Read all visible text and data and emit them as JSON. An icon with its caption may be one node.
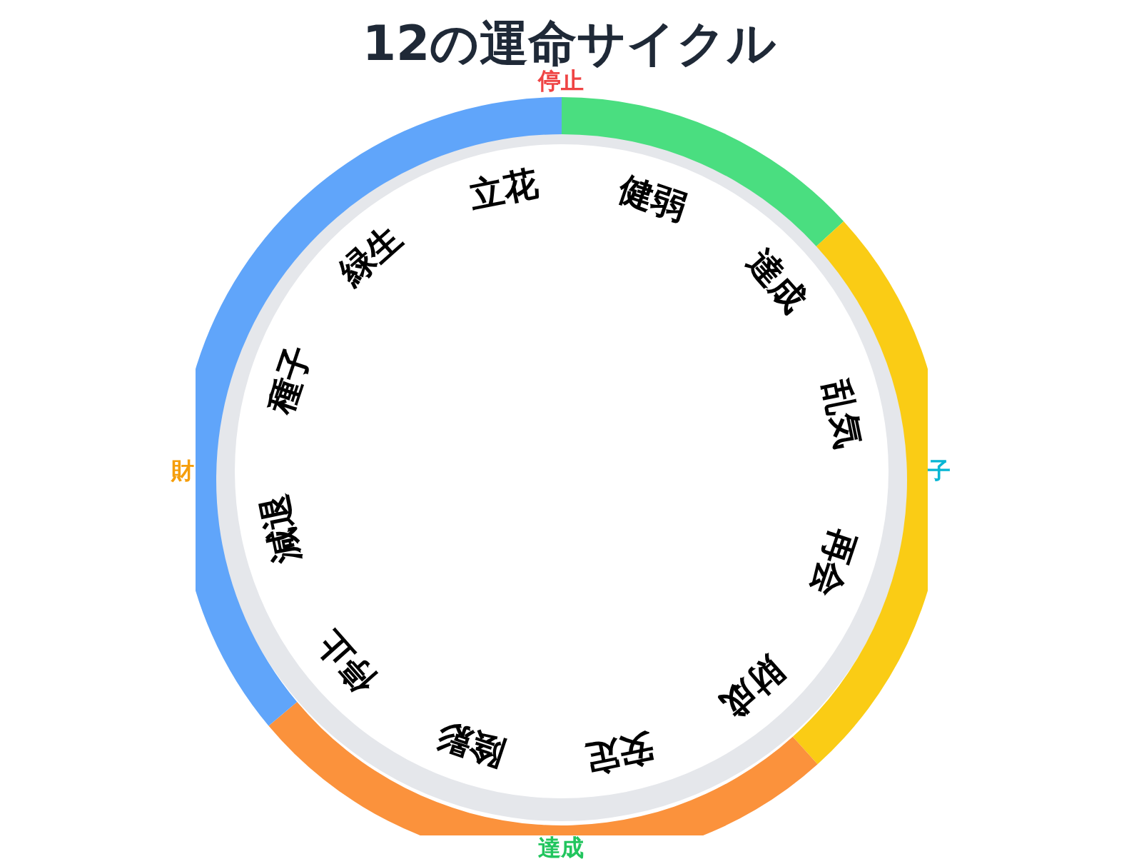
{
  "diagram": {
    "title": "12の運命サイクル",
    "nodes": [
      {
        "text": [
          "種子",
          "緑生",
          "立花",
          "健弱",
          "達成",
          "乱気",
          "再会",
          "財成",
          "安定",
          "陰影",
          "停止",
          "減退"
        ]
      }
    ],
    "labels": [
      "停止",
      "財",
      "子",
      "達成"
    ]
  }
}
